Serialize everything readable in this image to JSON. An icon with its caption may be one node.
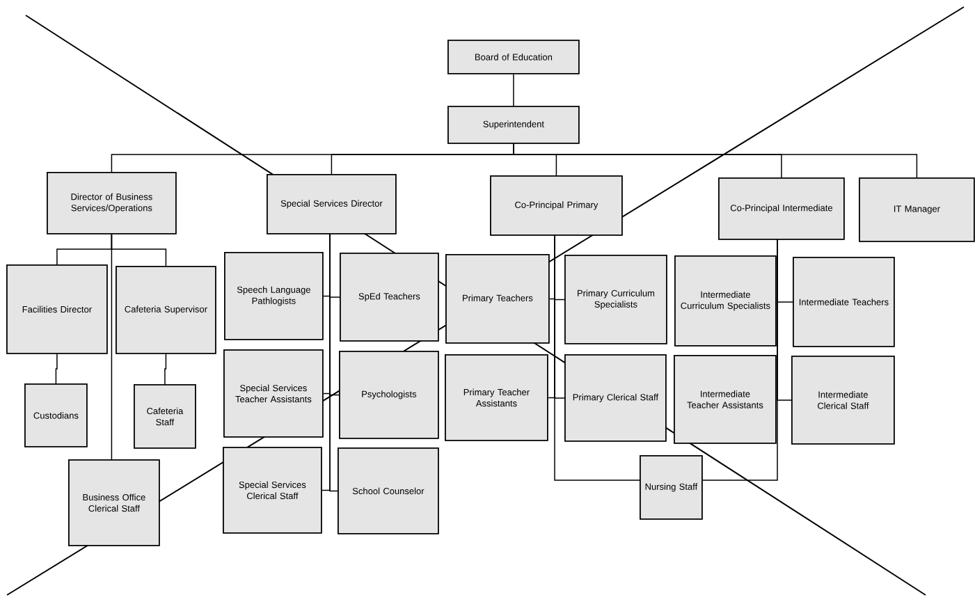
{
  "diagram": {
    "nodes": [
      {
        "text": [
          "Board of Education"
        ]
      },
      {
        "text": [
          "Superintendent"
        ]
      },
      {
        "text": [
          "Director of Business Services/Operations"
        ]
      },
      {
        "text": [
          "Special Services Director"
        ]
      },
      {
        "text": [
          "Co-Principal Primary"
        ]
      },
      {
        "text": [
          "Co-Principal Intermediate"
        ]
      },
      {
        "text": [
          "IT Manager"
        ]
      },
      {
        "text": [
          "Facilities Director"
        ]
      },
      {
        "text": [
          "Cafeteria Supervisor"
        ]
      },
      {
        "text": [
          "Custodians"
        ]
      },
      {
        "text": [
          "Cafeteria Staff"
        ]
      },
      {
        "text": [
          "Business Office Clerical Staff"
        ]
      },
      {
        "text": [
          "Speech Language Pathlogists"
        ]
      },
      {
        "text": [
          "SpEd Teachers"
        ]
      },
      {
        "text": [
          "Special Services Teacher Assistants"
        ]
      },
      {
        "text": [
          "Psychologists"
        ]
      },
      {
        "text": [
          "Special Services Clerical Staff"
        ]
      },
      {
        "text": [
          "School Counselor"
        ]
      },
      {
        "text": [
          "Primary Teachers"
        ]
      },
      {
        "text": [
          "Primary Curriculum Specialists"
        ]
      },
      {
        "text": [
          "Primary Teacher Assistants"
        ]
      },
      {
        "text": [
          "Primary Clerical Staff"
        ]
      },
      {
        "text": [
          "Intermediate Curriculum Specialists"
        ]
      },
      {
        "text": [
          "Intermediate Teachers"
        ]
      },
      {
        "text": [
          "Intermediate Teacher Assistants"
        ]
      },
      {
        "text": [
          "Intermediate Clerical Staff"
        ]
      },
      {
        "text": [
          "Nursing Staff"
        ]
      }
    ],
    "edges": [
      {
        "from": 0,
        "to": 1,
        "arrow": "none"
      },
      {
        "from": 1,
        "to": 2,
        "arrow": "none"
      },
      {
        "from": 1,
        "to": 3,
        "arrow": "none"
      },
      {
        "from": 1,
        "to": 4,
        "arrow": "none"
      },
      {
        "from": 1,
        "to": 5,
        "arrow": "none"
      },
      {
        "from": 1,
        "to": 6,
        "arrow": "none"
      },
      {
        "from": 2,
        "to": 7,
        "arrow": "none"
      },
      {
        "from": 2,
        "to": 8,
        "arrow": "none"
      },
      {
        "from": 2,
        "to": 11,
        "arrow": "none"
      },
      {
        "from": 7,
        "to": 9,
        "arrow": "none"
      },
      {
        "from": 8,
        "to": 10,
        "arrow": "none"
      },
      {
        "from": 3,
        "to": 12,
        "arrow": "none"
      },
      {
        "from": 3,
        "to": 13,
        "arrow": "none"
      },
      {
        "from": 3,
        "to": 14,
        "arrow": "none"
      },
      {
        "from": 3,
        "to": 15,
        "arrow": "none"
      },
      {
        "from": 3,
        "to": 16,
        "arrow": "none"
      },
      {
        "from": 3,
        "to": 17,
        "arrow": "none"
      },
      {
        "from": 4,
        "to": 18,
        "arrow": "none"
      },
      {
        "from": 4,
        "to": 19,
        "arrow": "none"
      },
      {
        "from": 4,
        "to": 20,
        "arrow": "none"
      },
      {
        "from": 4,
        "to": 21,
        "arrow": "none"
      },
      {
        "from": 5,
        "to": 22,
        "arrow": "none"
      },
      {
        "from": 5,
        "to": 23,
        "arrow": "none"
      },
      {
        "from": 5,
        "to": 24,
        "arrow": "none"
      },
      {
        "from": 5,
        "to": 25,
        "arrow": "none"
      },
      {
        "from": 4,
        "to": 26,
        "arrow": "none"
      },
      {
        "from": 5,
        "to": 26,
        "arrow": "none"
      }
    ]
  }
}
